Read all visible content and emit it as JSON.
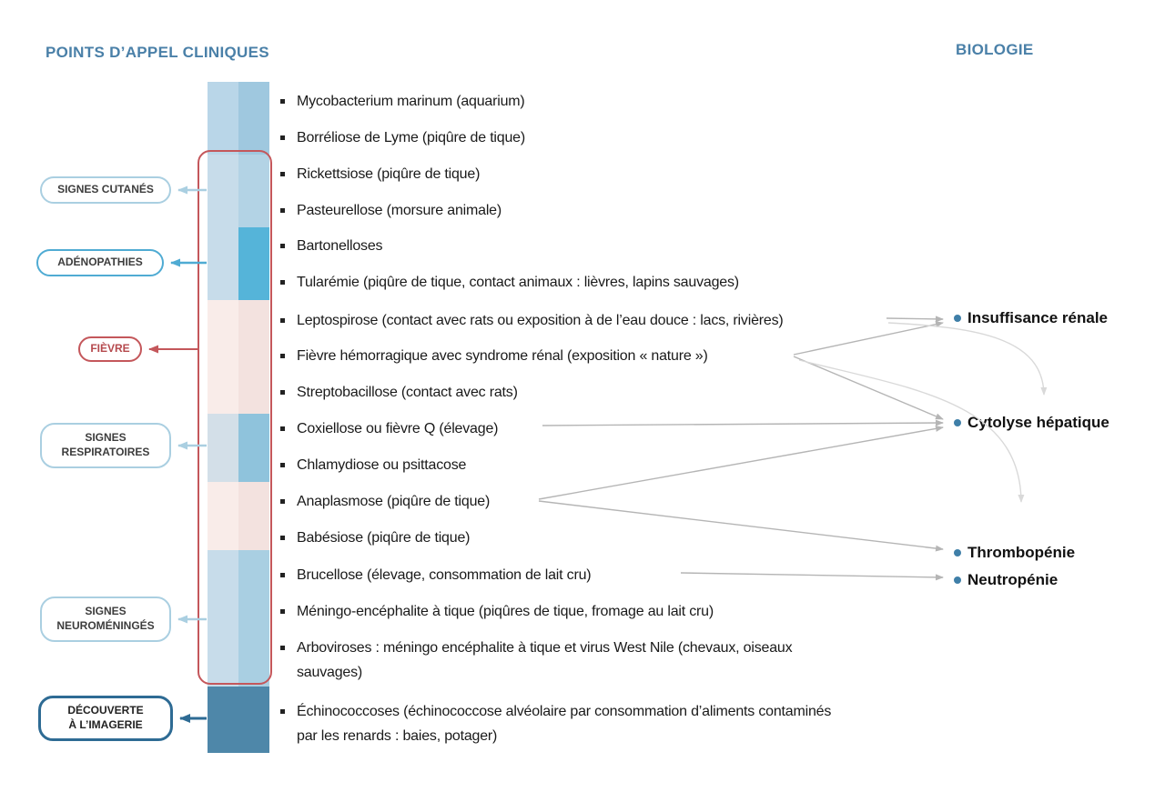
{
  "titles": {
    "left": "POINTS D’APPEL CLINIQUES",
    "right": "BIOLOGIE"
  },
  "clinical_signs": [
    {
      "label": "SIGNES CUTANÉS",
      "style": "light-blue"
    },
    {
      "label": "ADÉNOPATHIES",
      "style": "blue"
    },
    {
      "label": "FIÈVRE",
      "style": "red"
    },
    {
      "label": "SIGNES RESPIRATOIRES",
      "style": "light-blue"
    },
    {
      "label": "SIGNES NEUROMÉNINGÉS",
      "style": "light-blue"
    },
    {
      "label": "DÉCOUVERTE À L’IMAGERIE",
      "style": "dark-blue"
    }
  ],
  "diseases": [
    {
      "text": "Mycobacterium marinum (aquarium)"
    },
    {
      "text": "Borréliose de Lyme (piqûre de tique)"
    },
    {
      "text": "Rickettsiose (piqûre de tique)"
    },
    {
      "text": "Pasteurellose (morsure animale)"
    },
    {
      "text": "Bartonelloses"
    },
    {
      "text": "Tularémie (piqûre de tique, contact animaux : lièvres, lapins sauvages)"
    },
    {
      "text": "Leptospirose (contact avec rats ou exposition à de l’eau douce : lacs, rivières)"
    },
    {
      "text": "Fièvre hémorragique avec syndrome rénal (exposition « nature »)"
    },
    {
      "text": "Streptobacillose (contact avec rats)"
    },
    {
      "text": "Coxiellose ou fièvre Q (élevage)"
    },
    {
      "text": "Chlamydiose ou psittacose"
    },
    {
      "text": "Anaplasmose (piqûre de tique)"
    },
    {
      "text": "Babésiose (piqûre de tique)"
    },
    {
      "text": "Brucellose (élevage, consommation de lait cru)"
    },
    {
      "text": "Méningo-encéphalite à tique (piqûres de tique, fromage au lait cru)"
    },
    {
      "text": "Arboviroses : méningo encéphalite à tique et virus West Nile (chevaux, oiseaux sauvages)"
    },
    {
      "text": "Échinococcoses (échinococcose alvéolaire par consommation d’aliments contaminés par les renards : baies, potager)"
    }
  ],
  "biology": [
    {
      "label": "Insuffisance rénale"
    },
    {
      "label": "Cytolyse hépatique"
    },
    {
      "label": "Thrombopénie"
    },
    {
      "label": "Neutropénie"
    }
  ],
  "links": [
    {
      "from": "Leptospirose",
      "to": "Insuffisance rénale"
    },
    {
      "from": "Leptospirose",
      "to": "Cytolyse hépatique"
    },
    {
      "from": "Fièvre hémorragique avec syndrome rénal",
      "to": "Insuffisance rénale"
    },
    {
      "from": "Fièvre hémorragique avec syndrome rénal",
      "to": "Cytolyse hépatique"
    },
    {
      "from": "Fièvre hémorragique avec syndrome rénal",
      "to": "Thrombopénie"
    },
    {
      "from": "Coxiellose ou fièvre Q",
      "to": "Cytolyse hépatique"
    },
    {
      "from": "Anaplasmose",
      "to": "Cytolyse hépatique"
    },
    {
      "from": "Anaplasmose",
      "to": "Thrombopénie"
    },
    {
      "from": "Brucellose",
      "to": "Neutropénie"
    }
  ],
  "colors": {
    "title_blue": "#4a80a8",
    "accent_red": "#c4575b",
    "bright_blue": "#55b4d9",
    "light_blue": "#c7dcea",
    "pale_pink": "#f9ece9",
    "steel_blue": "#4e87a9",
    "dark_blue": "#2e6b94",
    "arrow_gray": "#b5b5b5",
    "arrow_light_gray": "#d9d9d9",
    "text_dark": "#1a1a1a"
  }
}
